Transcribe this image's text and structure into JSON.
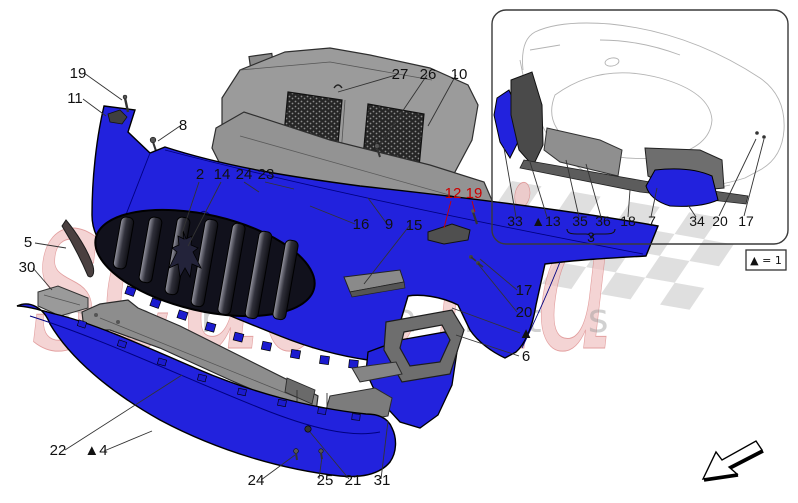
{
  "diagram": {
    "type": "exploded-parts-diagram",
    "subject": "front bumper",
    "watermark": {
      "primary": "scuderia",
      "secondary": "car parts"
    },
    "legend": {
      "text": "▲ = 1"
    },
    "colors": {
      "highlight_blue": "#2222dd",
      "part_gray": "#919191",
      "dark_gray": "#4a4a4a",
      "callout_black": "#111111",
      "callout_red": "#cc0000",
      "checker_gray": "#dedede",
      "watermark_pink": "#f1c4c4"
    },
    "callouts_main": [
      {
        "id": "19-left",
        "text": "19"
      },
      {
        "id": "11",
        "text": "11"
      },
      {
        "id": "8",
        "text": "8"
      },
      {
        "id": "27",
        "text": "27"
      },
      {
        "id": "26",
        "text": "26"
      },
      {
        "id": "10",
        "text": "10"
      },
      {
        "id": "2",
        "text": "2"
      },
      {
        "id": "14",
        "text": "14"
      },
      {
        "id": "24-top",
        "text": "24"
      },
      {
        "id": "23",
        "text": "23"
      },
      {
        "id": "16",
        "text": "16"
      },
      {
        "id": "9",
        "text": "9"
      },
      {
        "id": "15",
        "text": "15"
      },
      {
        "id": "12",
        "text": "12",
        "highlight": "red"
      },
      {
        "id": "19-right",
        "text": "19",
        "highlight": "red"
      },
      {
        "id": "5",
        "text": "5"
      },
      {
        "id": "30",
        "text": "30"
      },
      {
        "id": "17-mid",
        "text": "17"
      },
      {
        "id": "20-mid",
        "text": "20"
      },
      {
        "id": "triangle-mid",
        "text": "▲"
      },
      {
        "id": "6",
        "text": "6"
      },
      {
        "id": "22",
        "text": "22"
      },
      {
        "id": "triangle-4",
        "text": "▲4"
      },
      {
        "id": "24-bottom",
        "text": "24"
      },
      {
        "id": "25",
        "text": "25"
      },
      {
        "id": "21",
        "text": "21"
      },
      {
        "id": "31",
        "text": "31"
      }
    ],
    "callouts_inset": [
      {
        "id": "33",
        "text": "33"
      },
      {
        "id": "13",
        "text": "▲13"
      },
      {
        "id": "35",
        "text": "35"
      },
      {
        "id": "36",
        "text": "36"
      },
      {
        "id": "3",
        "text": "3"
      },
      {
        "id": "18",
        "text": "18"
      },
      {
        "id": "7",
        "text": "7"
      },
      {
        "id": "34",
        "text": "34"
      },
      {
        "id": "20",
        "text": "20"
      },
      {
        "id": "17",
        "text": "17"
      }
    ]
  }
}
